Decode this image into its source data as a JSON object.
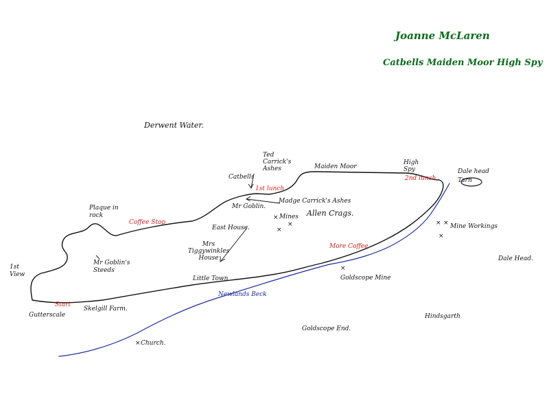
{
  "author": "Joanne McLaren",
  "route_title": "Catbells  Maiden Moor  High Spy",
  "labels": {
    "derwent_water": "Derwent Water.",
    "catbells": "Catbells",
    "first_lunch": "1st lunch",
    "ted_caine": "Ted Carrick's Ashes",
    "maiden_moor": "Maiden Moor",
    "high_spy": "High Spy",
    "second_lunch": "2nd lunch",
    "dale_head_tarn": "Dale head Tarn",
    "plaque_rock": "Plaque in rock",
    "coffee_stop": "Coffee Stop",
    "mr_goblin": "Mr Goblin.",
    "madge_ashes": "Madge Carrick's Ashes",
    "mines": "Mines",
    "allen_crags": "Allen Crags.",
    "east_house": "East House.",
    "mrs_tiggy": "Mrs Tiggywinkles House",
    "mr_goblins_steeds": "Mr Goblin's Steeds",
    "first_view": "1st View",
    "start": "Start",
    "gutterscale": "Gutterscale",
    "skelgill_farm": "Skelgill Farm.",
    "little_town": "Little Town",
    "newlands_beck": "Newlands Beck",
    "more_coffee": "More Coffee.",
    "goldscope_mine": "Goldscope Mine",
    "mine_workings": "Mine Workings",
    "dale_head": "Dale Head.",
    "hindsgarth": "Hindsgarth",
    "goldscope_end": "Goldscope End.",
    "church": "Church."
  },
  "colors": {
    "route": "#111111",
    "beck": "#1a2a9c",
    "highlight": "#d21e1e",
    "heading": "#0c6b1c"
  }
}
